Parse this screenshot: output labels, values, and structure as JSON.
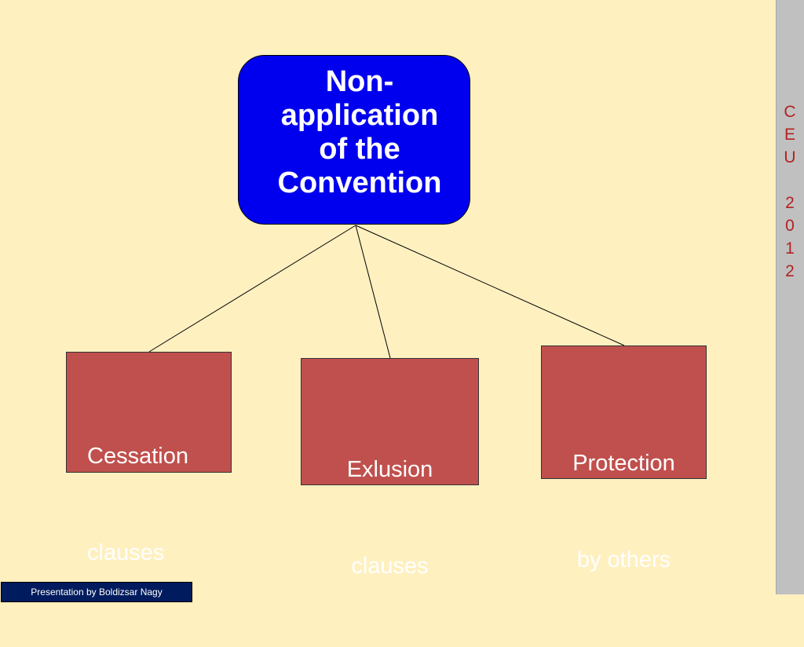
{
  "root": {
    "lines": [
      "Non-",
      "application",
      "of the",
      "Convention"
    ],
    "fill": "#0000EE",
    "text_color": "#FFFFFF"
  },
  "children": [
    {
      "lines": [
        "Cessation",
        "clauses"
      ]
    },
    {
      "lines": [
        "Exlusion",
        "clauses"
      ]
    },
    {
      "lines": [
        "Protection",
        "by others"
      ]
    }
  ],
  "child_fill": "#C0504D",
  "background": "#FFF0C0",
  "side_text": [
    "C",
    "E",
    "U",
    "",
    "2",
    "0",
    "1",
    "2"
  ],
  "side_text_color": "#B22222",
  "footer": "Presentation by Boldizsar Nagy"
}
